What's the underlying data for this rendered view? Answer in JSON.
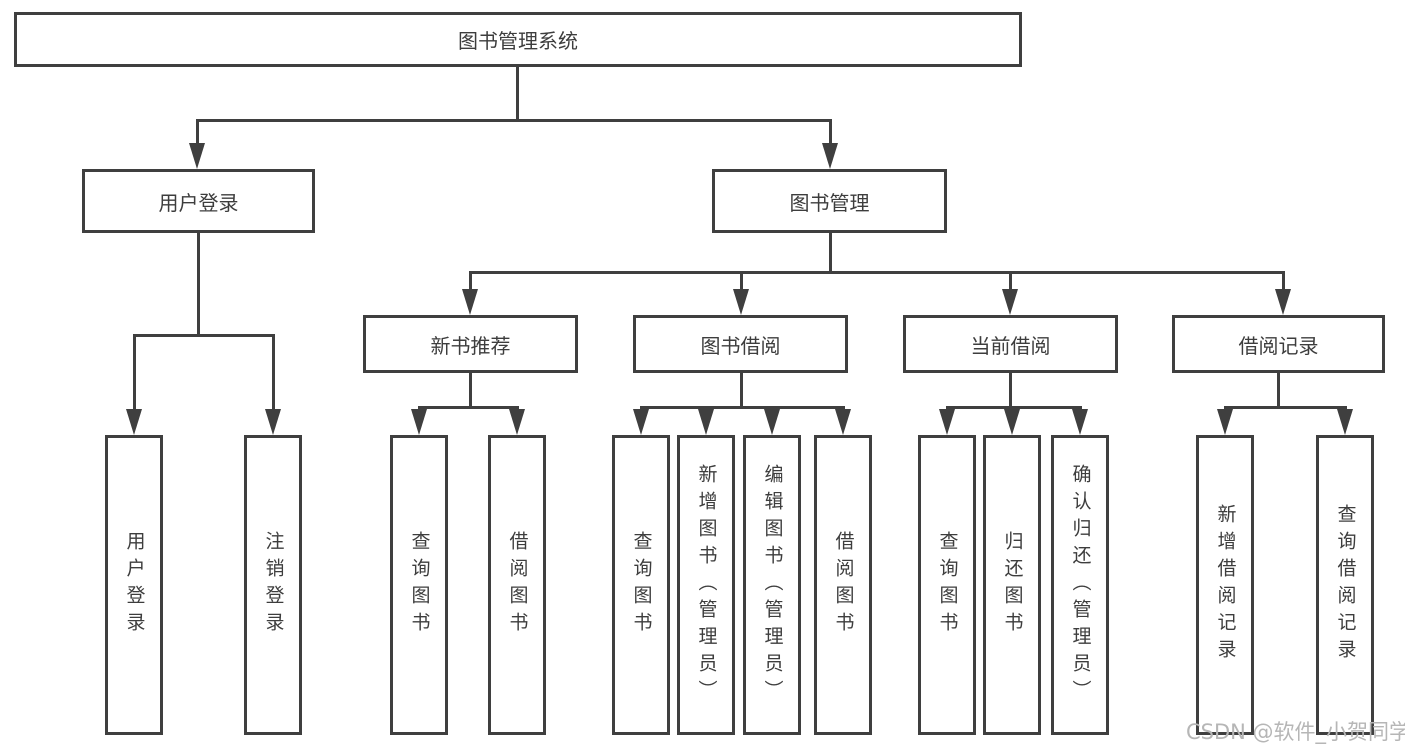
{
  "colors": {
    "line": "#3f3f3f",
    "text": "#3d3d3d",
    "background": "#ffffff",
    "watermark": "#b6b6b6"
  },
  "watermark": "CSDN @软件_小贺同学",
  "tree": {
    "root": {
      "label": "图书管理系统"
    },
    "level2": [
      {
        "label": "用户登录",
        "children": [
          "用户登录",
          "注销登录"
        ]
      },
      {
        "label": "图书管理"
      }
    ],
    "level3": [
      {
        "label": "新书推荐",
        "children": [
          "查询图书",
          "借阅图书"
        ]
      },
      {
        "label": "图书借阅",
        "children": [
          "查询图书",
          "新增图书（管理员）",
          "编辑图书（管理员）",
          "借阅图书"
        ]
      },
      {
        "label": "当前借阅",
        "children": [
          "查询图书",
          "归还图书",
          "确认归还（管理员）"
        ]
      },
      {
        "label": "借阅记录",
        "children": [
          "新增借阅记录",
          "查询借阅记录"
        ]
      }
    ]
  }
}
